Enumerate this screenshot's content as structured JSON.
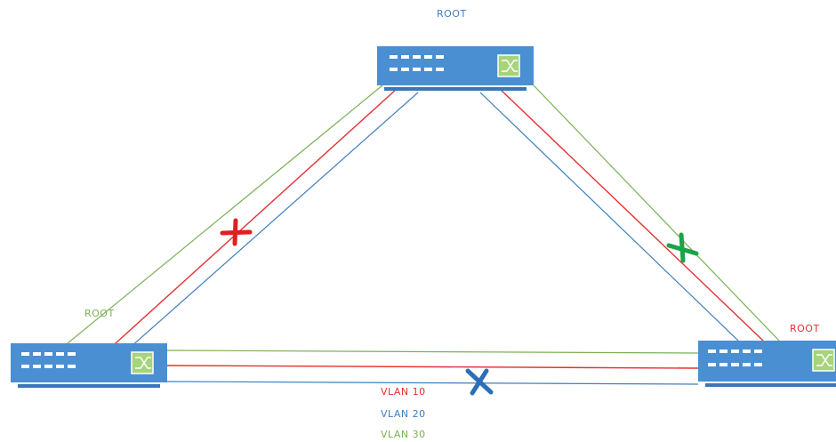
{
  "labels": {
    "top_root": "ROOT",
    "left_root": "ROOT",
    "right_root": "ROOT"
  },
  "legend": [
    {
      "text": "VLAN 10",
      "color": "#e53030"
    },
    {
      "text": "VLAN 20",
      "color": "#3d7fbf"
    },
    {
      "text": "VLAN 30",
      "color": "#7ab055"
    }
  ],
  "colors": {
    "vlan10": "#e53030",
    "vlan20": "#3d7fbf",
    "vlan30": "#7ab055",
    "switch_body": "#4a8fd2",
    "switch_stand": "#3a77b8",
    "switch_icon_box": "#a6d47a",
    "blocked_red": "#e02020",
    "blocked_green": "#1aa34a",
    "blocked_blue": "#2a6fb8",
    "top_root_label": "#3d7fbf",
    "left_root_label": "#7ab055",
    "right_root_label": "#e53030"
  },
  "switches": [
    {
      "name": "top-switch",
      "icon": "switch-icon"
    },
    {
      "name": "left-switch",
      "icon": "switch-icon"
    },
    {
      "name": "right-switch",
      "icon": "switch-icon"
    }
  ],
  "blocked_ports": [
    {
      "link": "top-left",
      "vlan": "VLAN 10",
      "icon": "x-mark-icon"
    },
    {
      "link": "top-right",
      "vlan": "VLAN 30",
      "icon": "x-mark-icon"
    },
    {
      "link": "left-right",
      "vlan": "VLAN 20",
      "icon": "x-mark-icon"
    }
  ]
}
